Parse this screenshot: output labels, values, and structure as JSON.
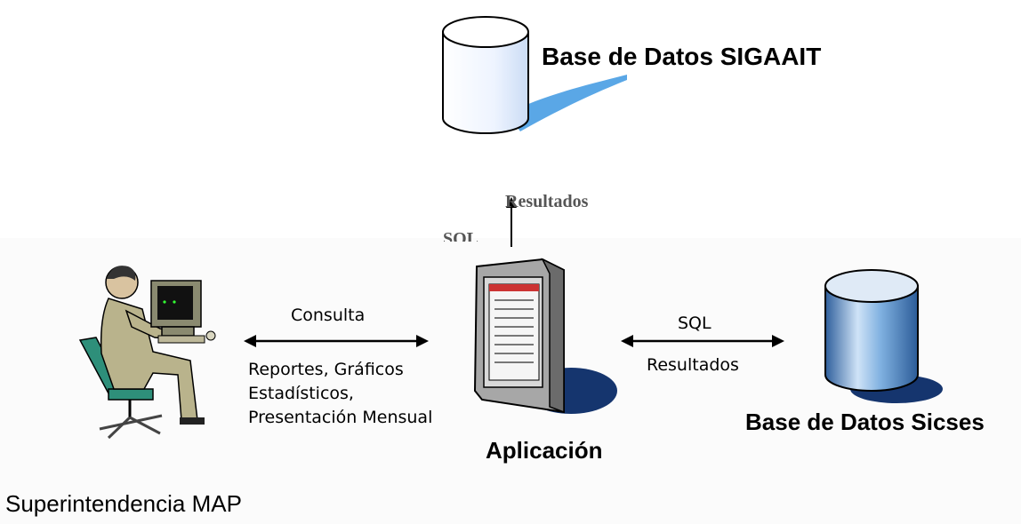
{
  "db_top": {
    "label": "Base de Datos SIGAAIT"
  },
  "top_arrow": {
    "result_label": "Resultados",
    "sql_label": "SQL"
  },
  "user": {
    "label": "Superintendencia MAP"
  },
  "left_link": {
    "query_label": "Consulta",
    "outputs": [
      "Reportes, Gráficos",
      "Estadísticos,",
      "Presentación Mensual"
    ]
  },
  "app": {
    "label": "Aplicación"
  },
  "right_link": {
    "sql_label": "SQL",
    "result_label": "Resultados"
  },
  "db_right": {
    "label": "Base de Datos Sicses"
  },
  "colors": {
    "shadow_blue": "#5aa7e6",
    "db_blue": "#3a7fc4",
    "suit": "#b9b38c",
    "chair": "#2e8f7a"
  }
}
